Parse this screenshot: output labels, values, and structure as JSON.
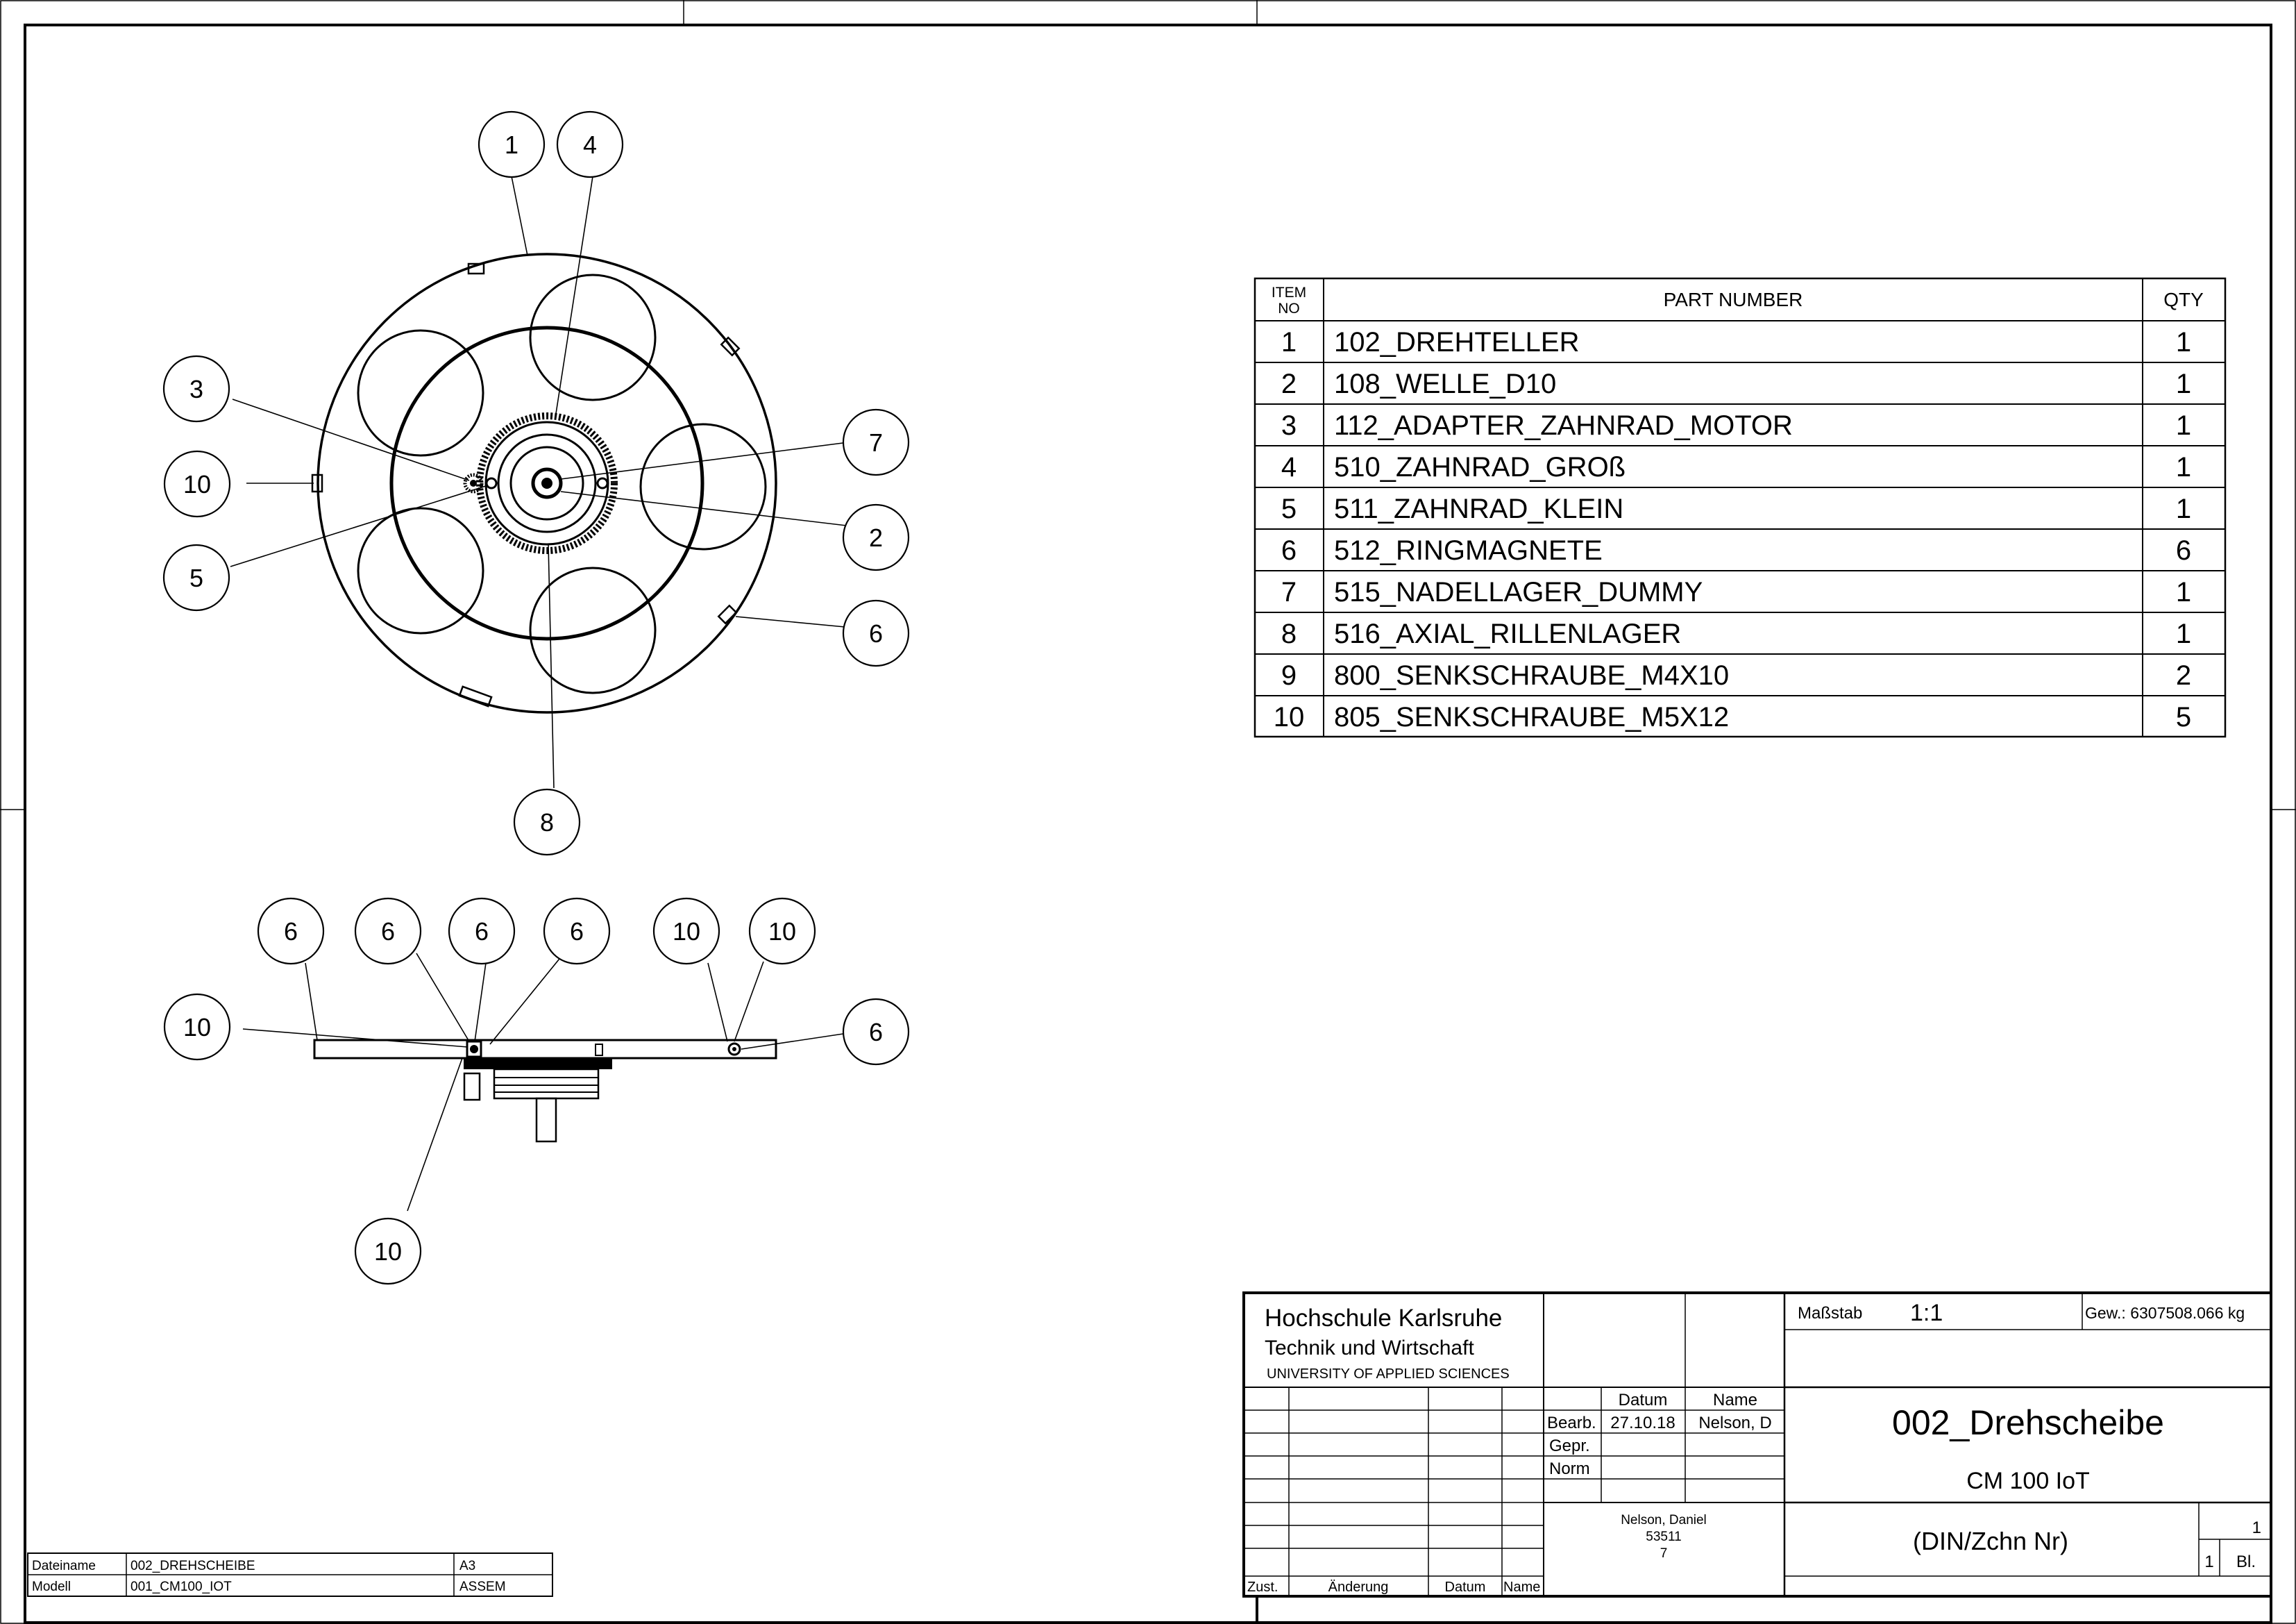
{
  "bom": {
    "headers": {
      "item_top": "ITEM",
      "item_bottom": "NO",
      "part": "PART NUMBER",
      "qty": "QTY"
    },
    "rows": [
      {
        "item": "1",
        "part": "102_DREHTELLER",
        "qty": "1"
      },
      {
        "item": "2",
        "part": "108_WELLE_D10",
        "qty": "1"
      },
      {
        "item": "3",
        "part": "112_ADAPTER_ZAHNRAD_MOTOR",
        "qty": "1"
      },
      {
        "item": "4",
        "part": "510_ZAHNRAD_GROß",
        "qty": "1"
      },
      {
        "item": "5",
        "part": "511_ZAHNRAD_KLEIN",
        "qty": "1"
      },
      {
        "item": "6",
        "part": "512_RINGMAGNETE",
        "qty": "6"
      },
      {
        "item": "7",
        "part": "515_NADELLAGER_DUMMY",
        "qty": "1"
      },
      {
        "item": "8",
        "part": "516_AXIAL_RILLENLAGER",
        "qty": "1"
      },
      {
        "item": "9",
        "part": "800_SENKSCHRAUBE_M4X10",
        "qty": "2"
      },
      {
        "item": "10",
        "part": "805_SENKSCHRAUBE_M5X12",
        "qty": "5"
      }
    ]
  },
  "balloons": {
    "top_view": [
      "1",
      "4",
      "3",
      "10",
      "5",
      "7",
      "2",
      "6",
      "8"
    ],
    "side_view": [
      "6",
      "6",
      "6",
      "6",
      "10",
      "10",
      "10",
      "6",
      "10"
    ]
  },
  "title_block": {
    "org_line1": "Hochschule Karlsruhe",
    "org_line2": "Technik und Wirtschaft",
    "org_line3": "UNIVERSITY OF APPLIED SCIENCES",
    "scale_label": "Maßstab",
    "scale_value": "1:1",
    "weight": "Gew.: 6307508.066 kg",
    "col_date": "Datum",
    "col_name": "Name",
    "row_bearb": "Bearb.",
    "row_gepr": "Gepr.",
    "row_norm": "Norm",
    "bearb_date": "27.10.18",
    "bearb_name": "Nelson, D",
    "drawing_title": "002_Drehscheibe",
    "project": "CM 100 IoT",
    "drawing_number": "(DIN/Zchn Nr)",
    "author_name": "Nelson, Daniel",
    "author_id": "53511",
    "author_extra": "7",
    "sheet": "1",
    "sheets_total": "1",
    "sheets_label": "Bl.",
    "rev_zust": "Zust.",
    "rev_change": "Änderung",
    "rev_date": "Datum",
    "rev_name": "Name"
  },
  "file_block": {
    "label_file": "Dateiname",
    "file_value": "002_DREHSCHEIBE",
    "format": "A3",
    "label_model": "Modell",
    "model_value": "001_CM100_IOT",
    "type": "ASSEM"
  }
}
